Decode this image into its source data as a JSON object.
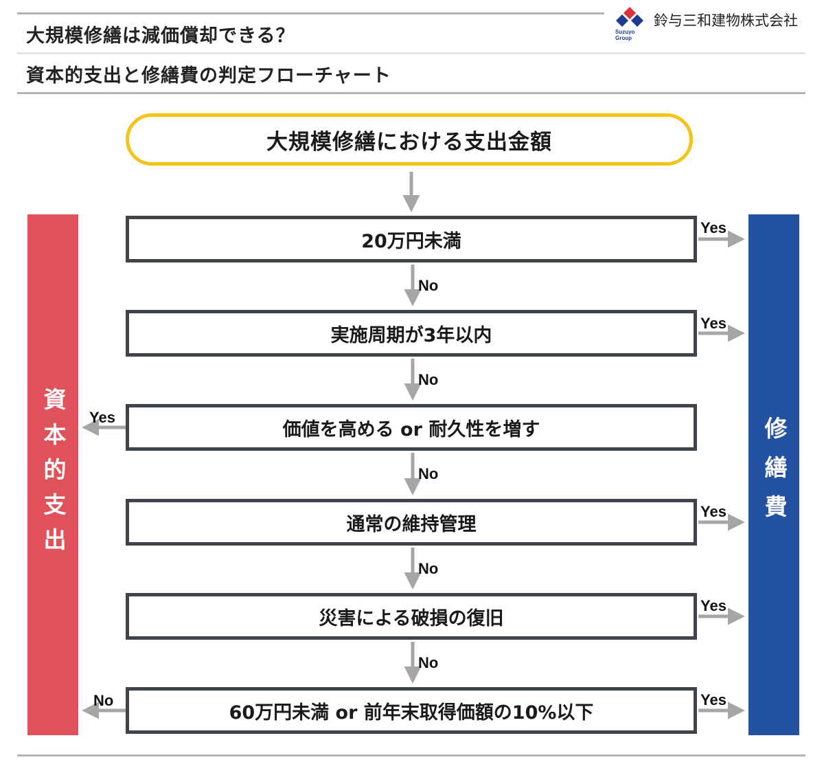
{
  "header": {
    "title_line1": "大規模修繕は減価償却できる？",
    "title_line2": "資本的支出と修繕費の判定フローチャート",
    "company": "鈴与三和建物株式会社",
    "logo_text": "Suzuyo Group"
  },
  "flowchart": {
    "start": "大規模修繕における支出金額",
    "steps": [
      {
        "label": "20万円未満"
      },
      {
        "label": "実施周期が3年以内"
      },
      {
        "label": "価値を高める or 耐久性を増す"
      },
      {
        "label": "通常の維持管理"
      },
      {
        "label": "災害による破損の復旧"
      },
      {
        "label": "60万円未満 or 前年末取得価額の10%以下"
      }
    ],
    "left_outcome": "資本的支出",
    "right_outcome": "修繕費",
    "yes_label": "Yes",
    "no_label": "No",
    "colors": {
      "start_border": "#f3c316",
      "box_border": "#3f434a",
      "left_bar": "#e0525a",
      "right_bar": "#2452a3",
      "arrow": "#a6a6a6",
      "rule": "#b3b3b3"
    }
  }
}
